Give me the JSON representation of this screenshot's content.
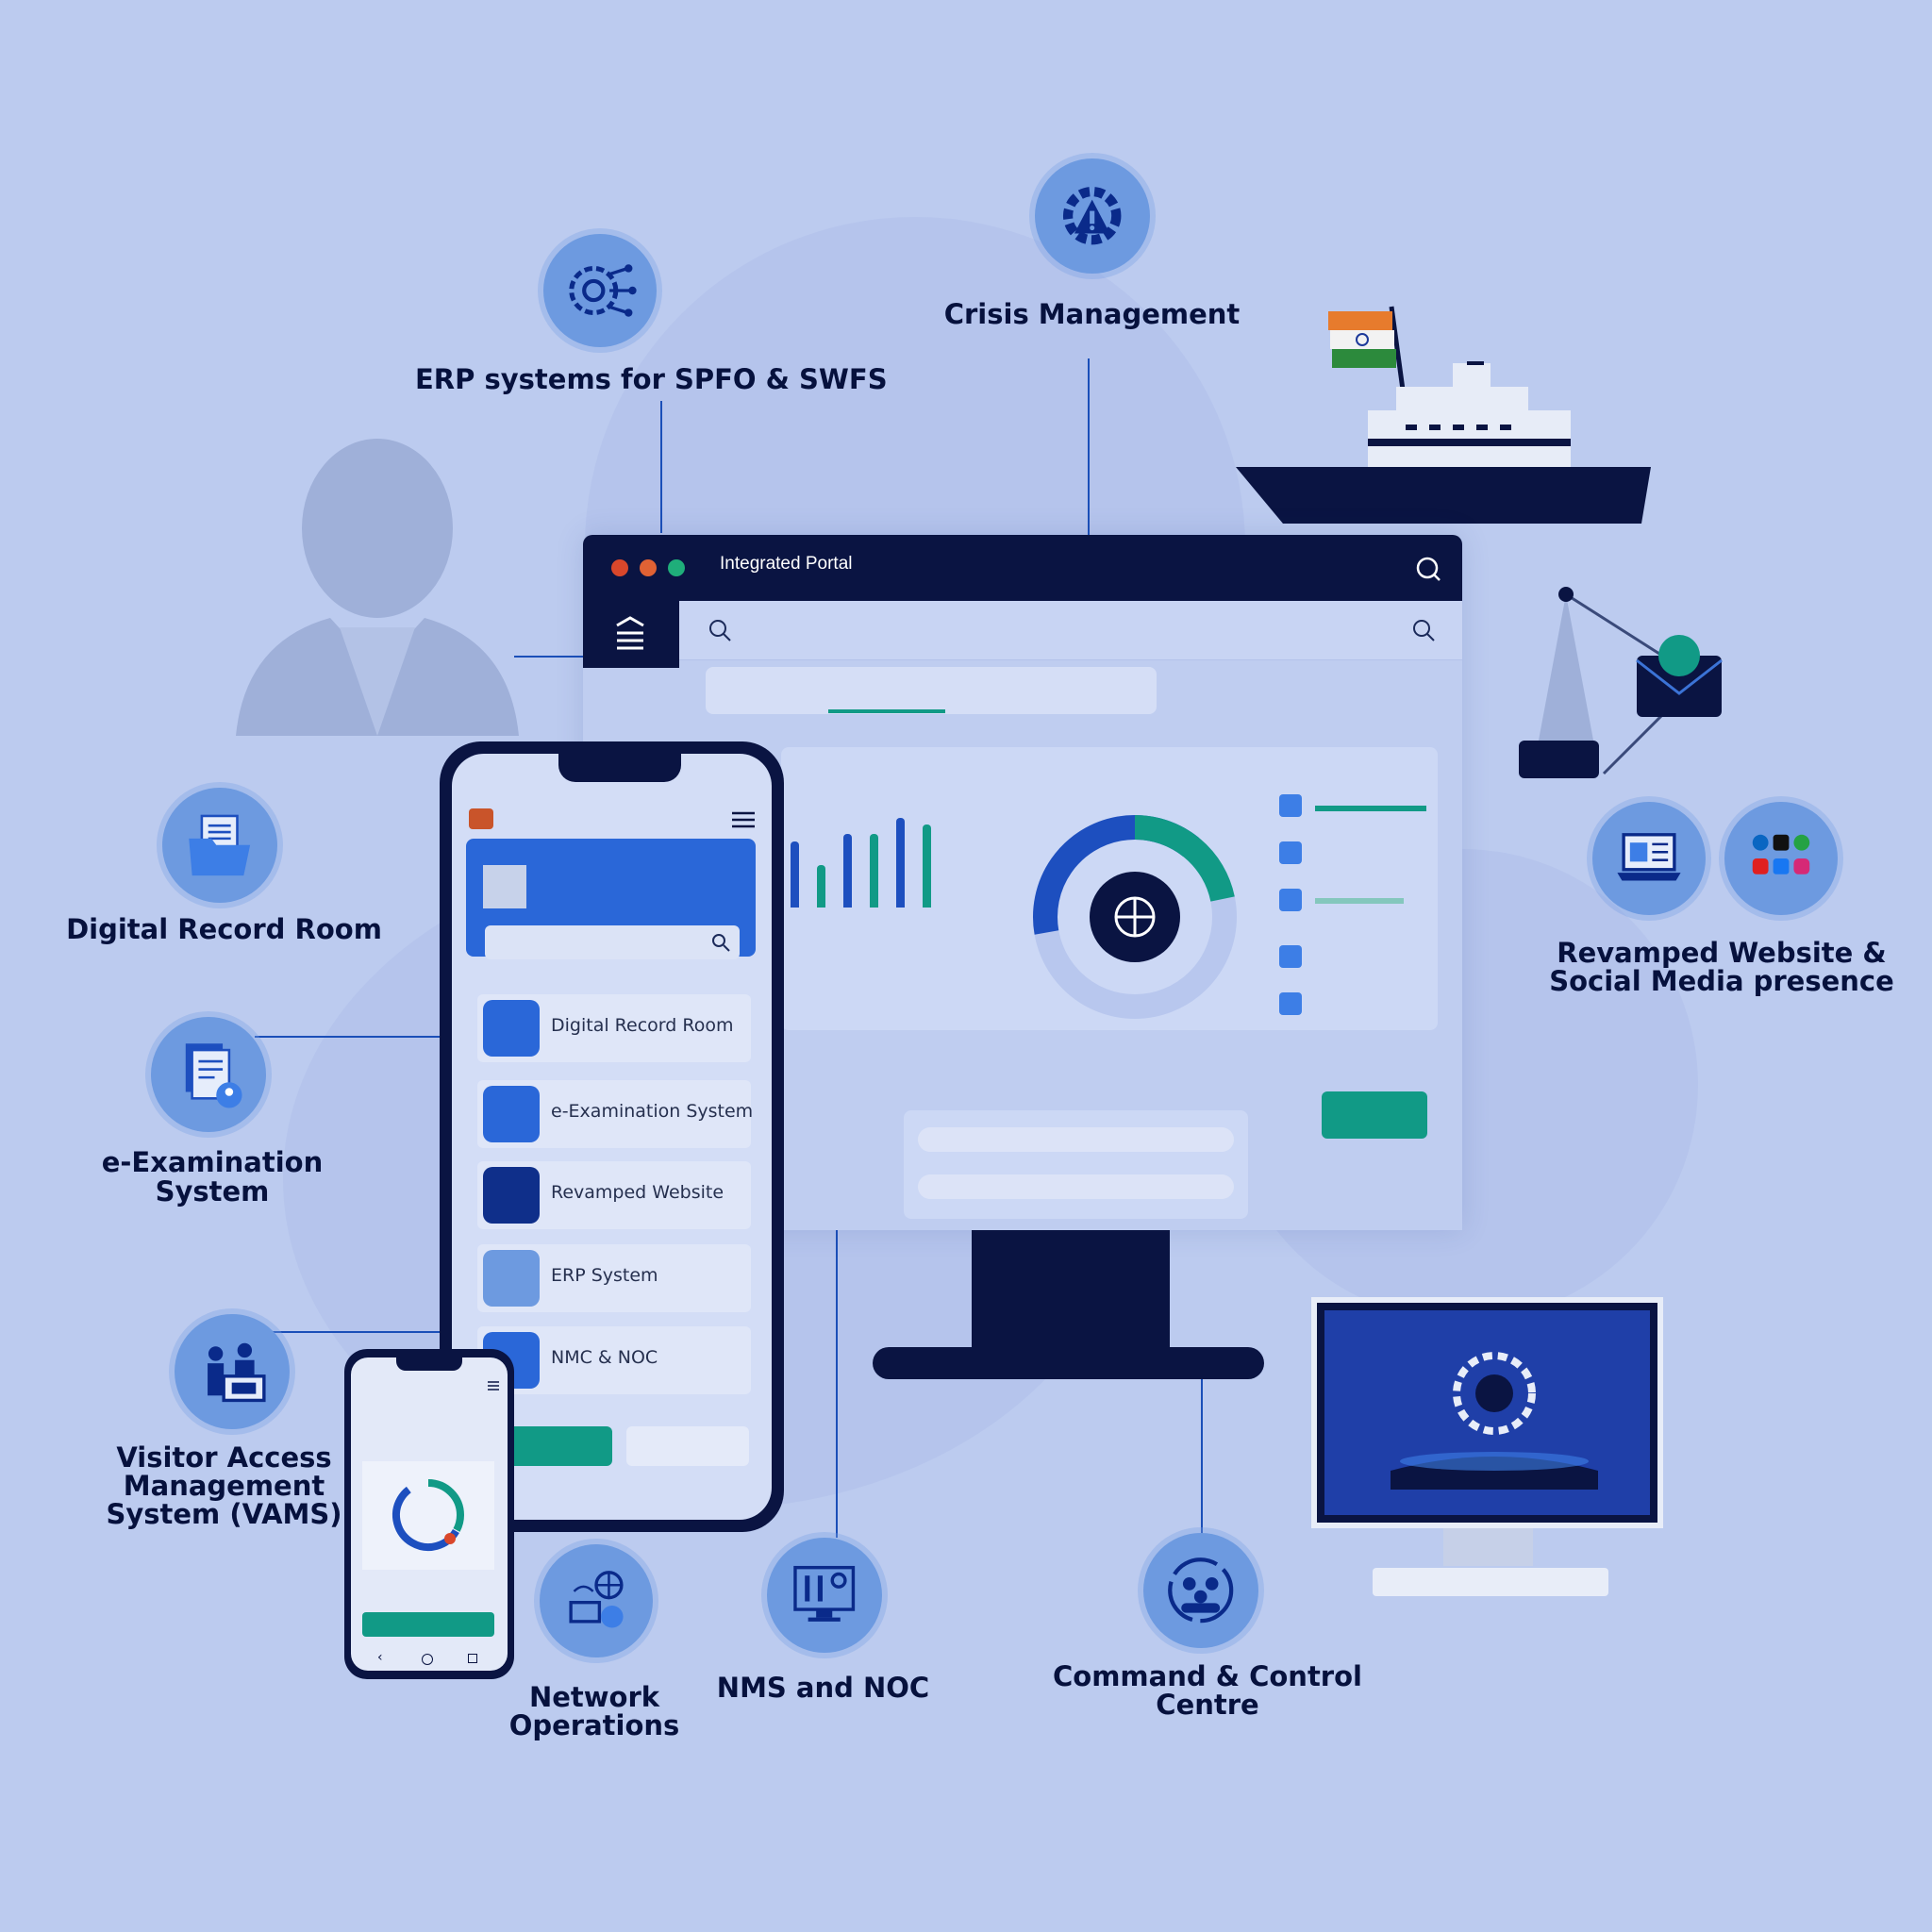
{
  "portal": {
    "title": "Integrated Portal"
  },
  "features": {
    "erp": "ERP systems for SPFO & SWFS",
    "crisis": "Crisis Management",
    "record_room": "Digital Record Room",
    "exam_line1": "e-Examination",
    "exam_line2": "System",
    "website_line1": "Revamped Website &",
    "website_line2": "Social Media presence",
    "vams_line1": "Visitor Access",
    "vams_line2": "Management",
    "vams_line3": "System (VAMS)",
    "network_line1": "Network",
    "network_line2": "Operations",
    "nms": "NMS and NOC",
    "cc_line1": "Command & Control",
    "cc_line2": "Centre"
  },
  "phone_apps": [
    "Digital Record Room",
    "e-Examination System",
    "Revamped Website",
    "ERP System",
    "NMC & NOC"
  ],
  "colors": {
    "background": "#bccbef",
    "navy": "#0a1442",
    "accent_blue": "#2a67d8",
    "accent_teal": "#119a86"
  },
  "icons": {
    "erp": "gear-circuit-icon",
    "crisis": "gear-alert-icon",
    "record_room": "folder-document-icon",
    "exam": "exam-document-icon",
    "website": "laptop-web-icon",
    "social": "social-media-icons",
    "vams": "visitor-desk-icon",
    "network": "network-globe-icon",
    "nms": "monitor-tools-icon",
    "cc": "command-centre-icon"
  }
}
